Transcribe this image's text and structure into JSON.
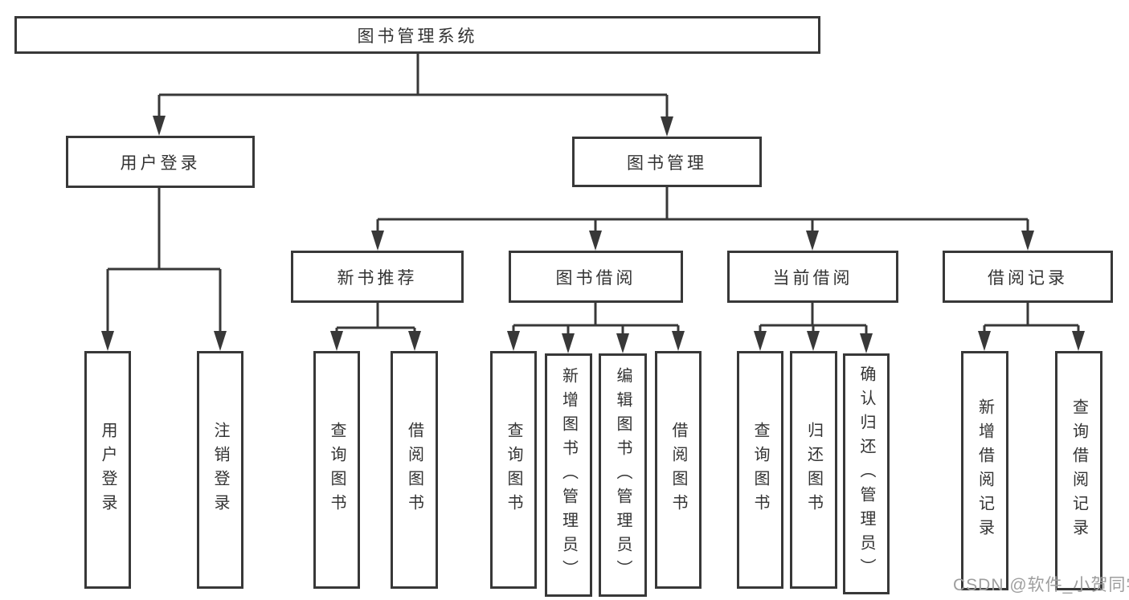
{
  "diagram": {
    "root": "图书管理系统",
    "level2": {
      "user_login": "用户登录",
      "book_mgmt": "图书管理"
    },
    "level3": {
      "new_book_rec": "新书推荐",
      "book_borrow": "图书借阅",
      "current_borrow": "当前借阅",
      "borrow_record": "借阅记录"
    },
    "leaves": {
      "user_login_login": "用户登录",
      "user_login_logout": "注销登录",
      "new_book_query": "查询图书",
      "new_book_borrow": "借阅图书",
      "borrow_query": "查询图书",
      "borrow_add": "新增图书（管理员）",
      "borrow_edit": "编辑图书（管理员）",
      "borrow_borrow": "借阅图书",
      "current_query": "查询图书",
      "current_return": "归还图书",
      "current_confirm": "确认归还（管理员）",
      "record_add": "新增借阅记录",
      "record_query": "查询借阅记录"
    }
  },
  "watermark": "CSDN @软件_小贺同学",
  "colors": {
    "line": "#383838",
    "text": "#333333",
    "watermark": "#9e9e9e",
    "background": "#ffffff"
  }
}
